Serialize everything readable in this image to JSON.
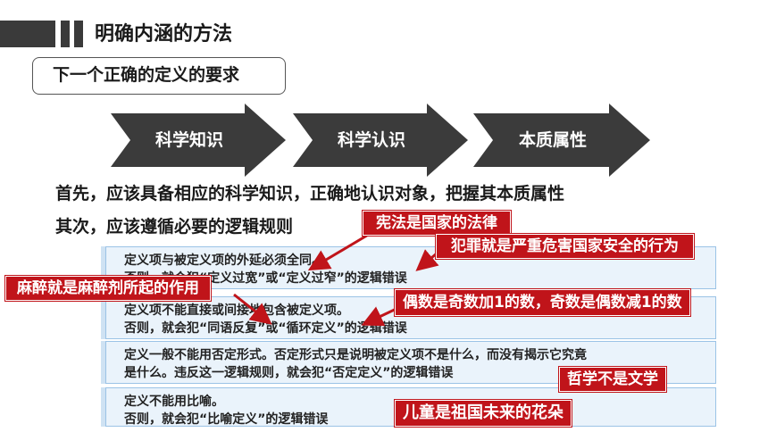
{
  "header": {
    "title": "明确内涵的方法"
  },
  "requirement_box": {
    "label": "下一个正确的定义的要求"
  },
  "chevrons": [
    {
      "label": "科学知识"
    },
    {
      "label": "科学认识"
    },
    {
      "label": "本质属性"
    }
  ],
  "body": {
    "line1": "首先，应该具备相应的科学知识，正确地认识对象，把握其本质属性",
    "line2": "其次，应该遵循必要的逻辑规则"
  },
  "rules": [
    {
      "line1": "定义项与被定义项的外延必须全同。",
      "line2": "否则，就会犯“定义过宽”或“定义过窄”的逻辑错误"
    },
    {
      "line1": "定义项不能直接或间接地包含被定义项。",
      "line2": "否则，就会犯“同语反复”或“循环定义”的逻辑错误"
    },
    {
      "line1": "定义一般不能用否定形式。否定形式只是说明被定义项不是什么，而没有揭示它究竟",
      "line2": "是什么。违反这一逻辑规则，就会犯“否定定义”的逻辑错误"
    },
    {
      "line1": "定义不能用比喻。",
      "line2": "否则，就会犯“比喻定义”的逻辑错误"
    }
  ],
  "callouts": {
    "constitution": "宪法是国家的法律",
    "crime": "犯罪就是严重危害国家安全的行为",
    "anesthesia": "麻醉就是麻醉剂所起的作用",
    "even_odd": "偶数是奇数加1的数，奇数是偶数减1的数",
    "philosophy": "哲学不是文学",
    "children": "儿童是祖国未来的花朵"
  },
  "colors": {
    "header_bar": "#3a3a3a",
    "chevron": "#3b3b3b",
    "callout_red": "#c0141a",
    "rule_bg": "#eaf3fb",
    "rule_border": "#9bc3e6"
  }
}
